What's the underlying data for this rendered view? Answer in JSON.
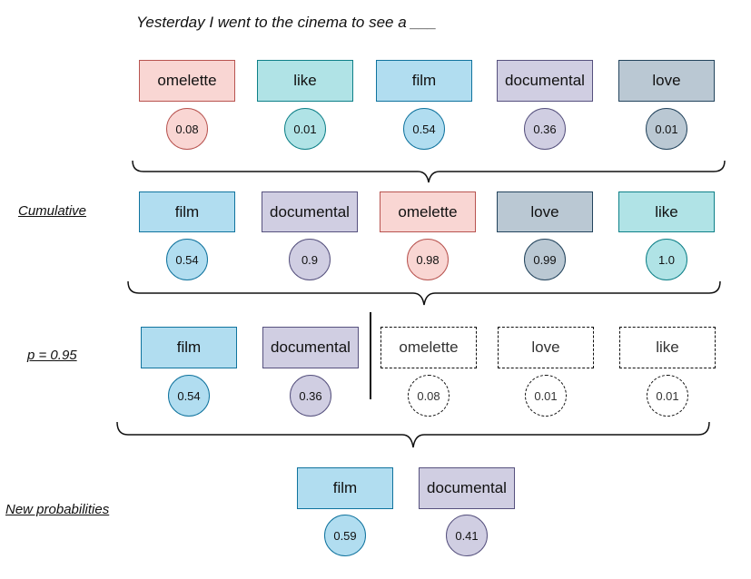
{
  "prompt": "Yesterday I went to the cinema to see a ___",
  "labels": {
    "cumulative": "Cumulative",
    "p": "p = 0.95",
    "new": "New probabilities"
  },
  "colors": {
    "red": "#f9d6d3",
    "teal": "#b0e3e6",
    "blue": "#b1ddf0",
    "purple": "#d0cee2",
    "slate": "#bac8d3"
  },
  "rows": [
    {
      "tokens": [
        {
          "word": "omelette",
          "prob": "0.08",
          "color": "red"
        },
        {
          "word": "like",
          "prob": "0.01",
          "color": "teal"
        },
        {
          "word": "film",
          "prob": "0.54",
          "color": "blue"
        },
        {
          "word": "documental",
          "prob": "0.36",
          "color": "purple"
        },
        {
          "word": "love",
          "prob": "0.01",
          "color": "slate"
        }
      ]
    },
    {
      "tokens": [
        {
          "word": "film",
          "prob": "0.54",
          "color": "blue"
        },
        {
          "word": "documental",
          "prob": "0.9",
          "color": "purple"
        },
        {
          "word": "omelette",
          "prob": "0.98",
          "color": "red"
        },
        {
          "word": "love",
          "prob": "0.99",
          "color": "slate"
        },
        {
          "word": "like",
          "prob": "1.0",
          "color": "teal"
        }
      ]
    },
    {
      "tokens": [
        {
          "word": "film",
          "prob": "0.54",
          "color": "blue",
          "excluded": false
        },
        {
          "word": "documental",
          "prob": "0.36",
          "color": "purple",
          "excluded": false
        },
        {
          "word": "omelette",
          "prob": "0.08",
          "color": "red",
          "excluded": true
        },
        {
          "word": "love",
          "prob": "0.01",
          "color": "slate",
          "excluded": true
        },
        {
          "word": "like",
          "prob": "0.01",
          "color": "teal",
          "excluded": true
        }
      ]
    },
    {
      "tokens": [
        {
          "word": "film",
          "prob": "0.59",
          "color": "blue"
        },
        {
          "word": "documental",
          "prob": "0.41",
          "color": "purple"
        }
      ]
    }
  ]
}
